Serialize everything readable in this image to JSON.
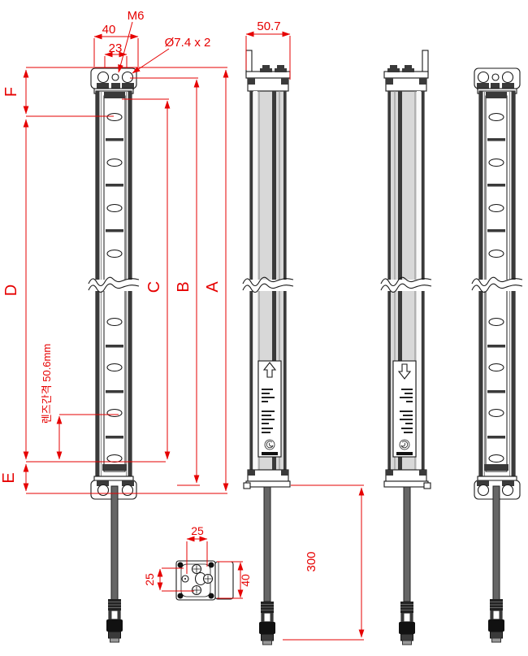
{
  "drawing": {
    "type": "technical-dimension-drawing",
    "subject": "area-sensor-light-curtain-bars"
  },
  "labels": {
    "dim_a": "A",
    "dim_b": "B",
    "dim_c": "C",
    "dim_d": "D",
    "dim_e": "E",
    "dim_f": "F",
    "bracket_width": "40",
    "bracket_hole_spacing": "23",
    "thread_size": "M6",
    "through_hole": "Ø7.4 x 2",
    "body_depth": "50.7",
    "cable_length": "300",
    "endblock_width": "25",
    "endblock_height": "25",
    "endblock_depth": "40",
    "lens_pitch": "렌즈간격 50.6mm"
  },
  "colors": {
    "dimension": "#e60000",
    "outline": "#1a1a1a",
    "body_fill": "#e2e2e2"
  }
}
